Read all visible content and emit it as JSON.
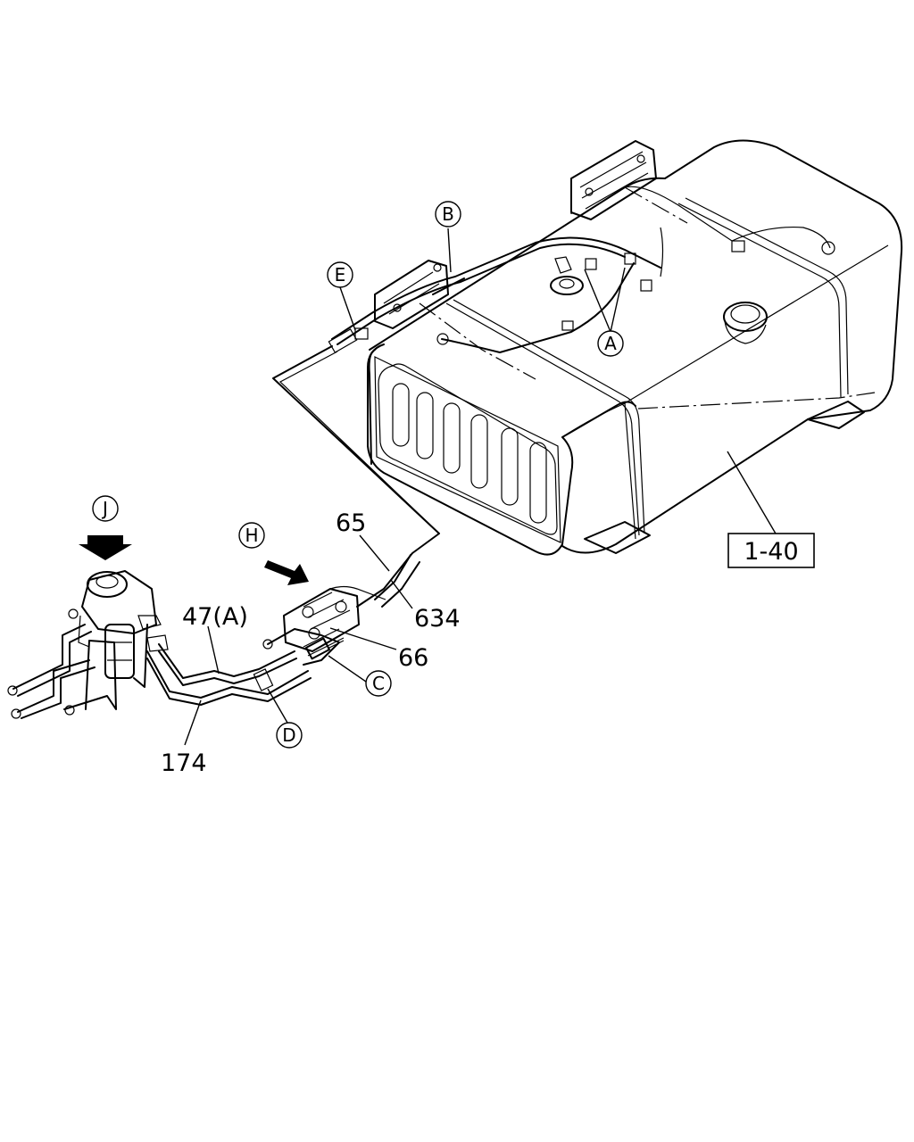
{
  "labels": {
    "ref_main": "1-40",
    "part_65": "65",
    "part_634": "634",
    "part_66": "66",
    "part_47a": "47(A)",
    "part_174": "174"
  },
  "callouts": {
    "a": "A",
    "b": "B",
    "c": "C",
    "d": "D",
    "e": "E",
    "h": "H",
    "j": "J"
  },
  "colors": {
    "line": "#000000",
    "background": "#ffffff"
  }
}
